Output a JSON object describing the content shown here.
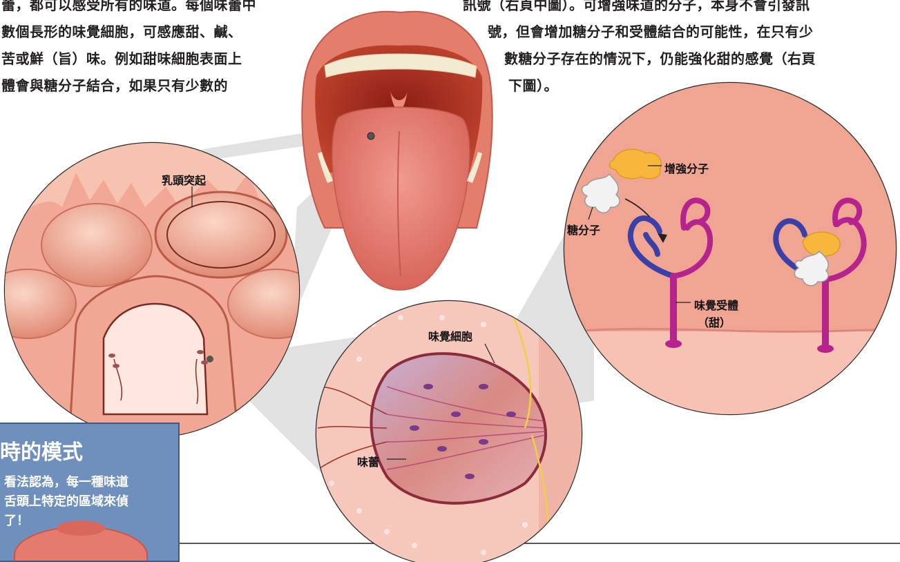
{
  "left_paragraph": {
    "lines": [
      "蕾，都可以感受所有的味道。每個味蕾中",
      "數個長形的味覺細胞，可感應甜、鹹、",
      "苦或鮮（旨）味。例如甜味細胞表面上",
      "體會與糖分子結合，如果只有少數的"
    ]
  },
  "right_paragraph": {
    "lines": [
      "訊號（右頁中圖）。可增強味道的分子，本身不會引發訊",
      "號，但會增加糖分子和受體結合的可能性，在只有少",
      "數糖分子存在的情況下，仍能強化甜的感覺（右頁",
      "下圖）。"
    ]
  },
  "labels": {
    "papilla": "乳頭突起",
    "taste_cell": "味覺細胞",
    "taste_bud": "味蕾",
    "enhancer": "增強分子",
    "sugar": "糖分子",
    "receptor_line1": "味覺受體",
    "receptor_line2": "（甜）"
  },
  "sidebar": {
    "title": "時的模式",
    "lines": [
      "看法認為，每一種味道",
      "舌頭上特定的區域來偵",
      "了！"
    ]
  },
  "colors": {
    "sidebar_bg": "#6f8fbd",
    "tissue": "#ef9f8c",
    "receptor_purple": "#b5238c",
    "receptor_blue": "#3b3fa8",
    "enhancer_yellow": "#f5b942"
  }
}
